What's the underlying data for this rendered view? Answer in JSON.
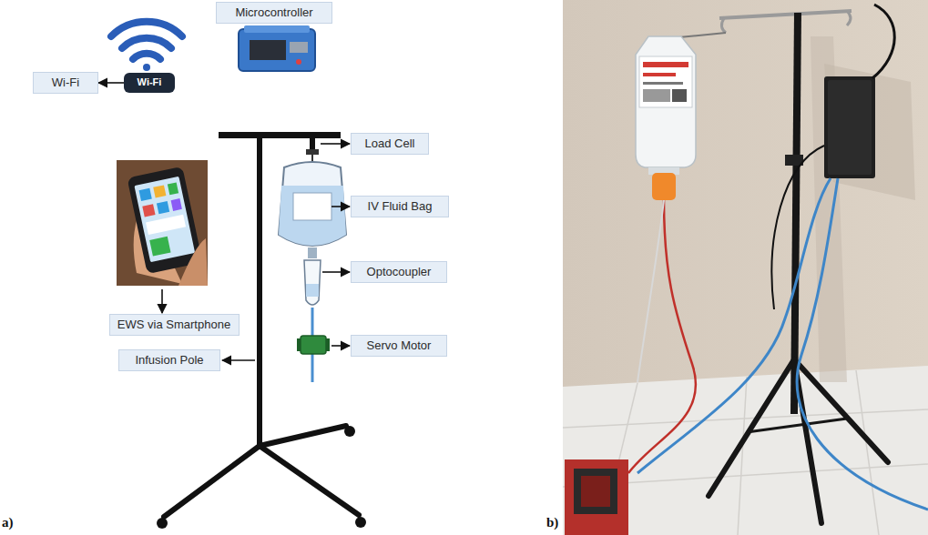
{
  "diagram": {
    "nodes": [
      {
        "text": [
          "Microcontroller"
        ]
      },
      {
        "text": [
          "Wi-Fi"
        ]
      },
      {
        "text": [
          "Wi-Fi"
        ]
      },
      {
        "text": [
          "Load Cell"
        ]
      },
      {
        "text": [
          "IV Fluid Bag"
        ]
      },
      {
        "text": [
          "Optocoupler"
        ]
      },
      {
        "text": [
          "EWS via Smartphone"
        ]
      },
      {
        "text": [
          "Servo Motor"
        ]
      },
      {
        "text": [
          "Infusion Pole"
        ]
      }
    ],
    "edges": [
      {
        "from": 2,
        "to": 1,
        "arrow": "to"
      }
    ],
    "labels": [
      "a)",
      "b)"
    ]
  }
}
